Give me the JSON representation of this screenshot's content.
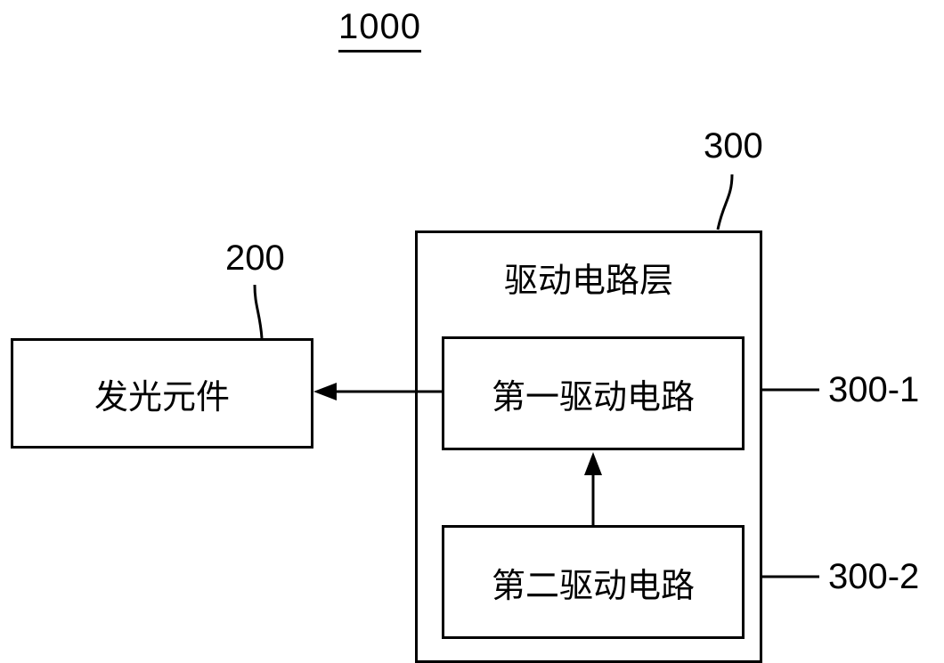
{
  "figure": {
    "title": "1000",
    "boxes": {
      "light_element": "发光元件",
      "driver_layer": "驱动电路层",
      "first_driver": "第一驱动电路",
      "second_driver": "第二驱动电路"
    },
    "refs": {
      "system": "1000",
      "light_element": "200",
      "driver_layer": "300",
      "first_driver": "300-1",
      "second_driver": "300-2"
    },
    "colors": {
      "line": "#000000",
      "background": "#ffffff"
    }
  }
}
